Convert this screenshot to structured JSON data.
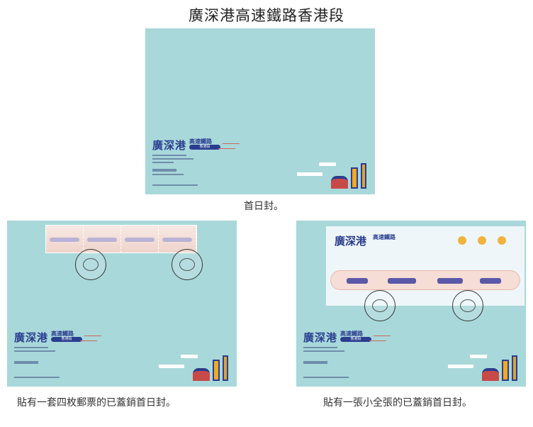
{
  "title": "廣深港高速鐵路香港段",
  "covers": [
    {
      "caption": "首日封。"
    },
    {
      "caption": "貼有一套四枚郵票的已蓋銷首日封。"
    },
    {
      "caption": "貼有一張小全張的已蓋銷首日封。"
    }
  ],
  "cover_logo": {
    "main": "廣深港",
    "sub": "高速鐵路",
    "pill": "香港段"
  },
  "colors": {
    "cover_bg": "#a8d8da",
    "brand_blue": "#2b3d8f",
    "accent_red": "#c96a5d"
  }
}
